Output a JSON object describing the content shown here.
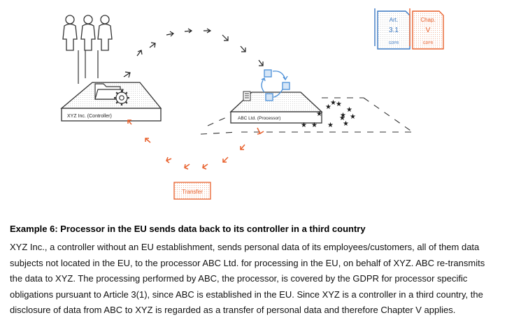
{
  "diagram": {
    "controller_label": "XYZ Inc. (Controller)",
    "processor_label": "ABC Ltd. (Processor)",
    "transfer_label": "Transfer",
    "article_tag": {
      "line1": "Art.",
      "line2": "3.1",
      "line3": "GDPR"
    },
    "chapter_tag": {
      "line1": "Chap.",
      "line2": "V",
      "line3": "GDPR"
    },
    "colors": {
      "accent": "#e8602c",
      "tag_blue": "#3a78c2",
      "box_blue": "#4a8fd8",
      "stars": "#1b1b1b"
    },
    "icons": [
      "people-icon",
      "folder-icon",
      "gear-icon",
      "document-icon",
      "processing-cycle-icon",
      "eu-stars-icon"
    ]
  },
  "example": {
    "title": "Example 6: Processor in the EU sends data back to its controller in a third country",
    "lines": [
      "XYZ Inc., a controller without an EU establishment, sends personal data of its employees/customers, all of them data",
      "subjects not located in the EU, to the processor ABC Ltd. for processing in the EU, on behalf of XYZ. ABC re-transmits",
      "the data to XYZ. The processing performed by ABC, the processor, is covered by the GDPR for processor specific",
      "obligations pursuant to Article 3(1), since ABC is established in the EU. Since XYZ is a controller in a third country, the",
      "disclosure of data from ABC to XYZ is regarded as a transfer of personal data and therefore Chapter V applies."
    ]
  }
}
